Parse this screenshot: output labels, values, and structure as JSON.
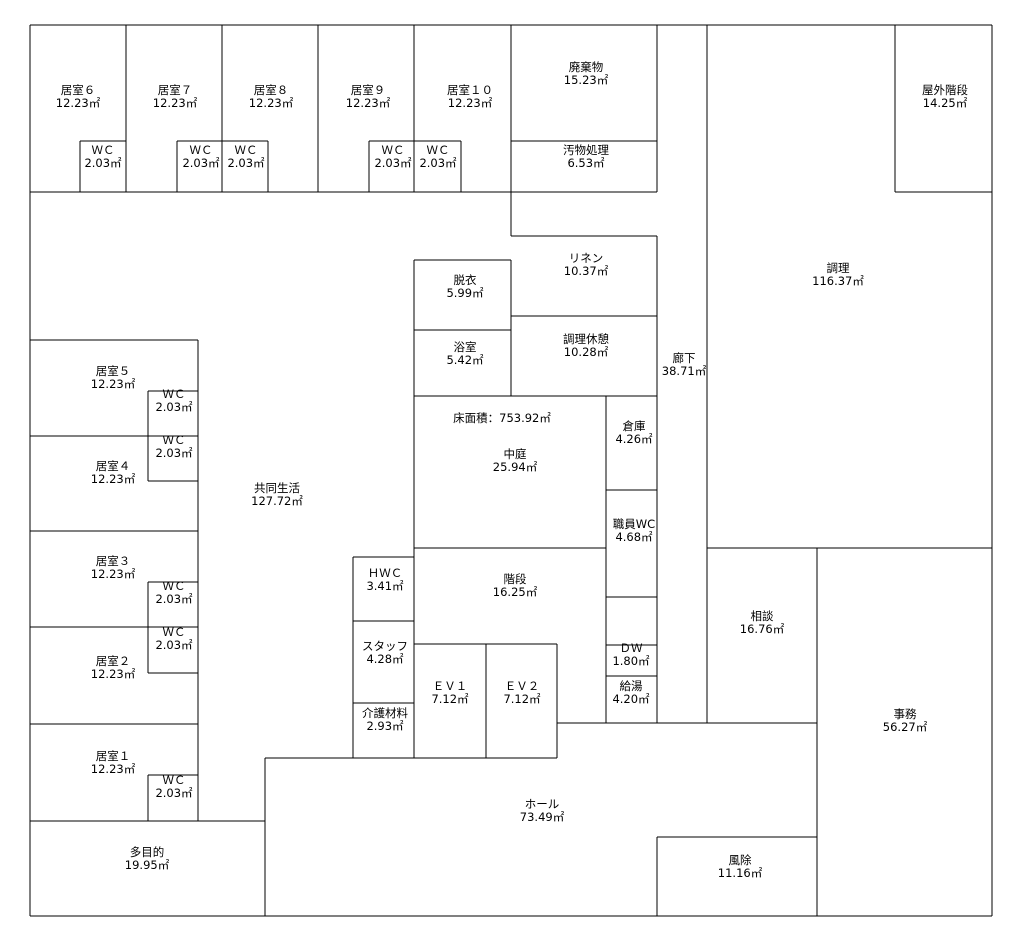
{
  "floor_plan": {
    "overlay": "床面積：753.92㎡",
    "rooms": {
      "kyoshitsu6": {
        "name": "居室６",
        "area": "12.23㎡"
      },
      "kyoshitsu7": {
        "name": "居室７",
        "area": "12.23㎡"
      },
      "kyoshitsu8": {
        "name": "居室８",
        "area": "12.23㎡"
      },
      "kyoshitsu9": {
        "name": "居室９",
        "area": "12.23㎡"
      },
      "kyoshitsu10": {
        "name": "居室１０",
        "area": "12.23㎡"
      },
      "haikibutsu": {
        "name": "廃棄物",
        "area": "15.23㎡"
      },
      "okugai_kaidan": {
        "name": "屋外階段",
        "area": "14.25㎡"
      },
      "wc_6": {
        "name": "ＷＣ",
        "area": "2.03㎡"
      },
      "wc_7": {
        "name": "ＷＣ",
        "area": "2.03㎡"
      },
      "wc_8": {
        "name": "ＷＣ",
        "area": "2.03㎡"
      },
      "wc_9": {
        "name": "ＷＣ",
        "area": "2.03㎡"
      },
      "wc_10": {
        "name": "ＷＣ",
        "area": "2.03㎡"
      },
      "obutsu_shori": {
        "name": "汚物処理",
        "area": "6.53㎡"
      },
      "rinen": {
        "name": "リネン",
        "area": "10.37㎡"
      },
      "chori": {
        "name": "調理",
        "area": "116.37㎡"
      },
      "datsui": {
        "name": "脱衣",
        "area": "5.99㎡"
      },
      "yokushitsu": {
        "name": "浴室",
        "area": "5.42㎡"
      },
      "chori_kyukei": {
        "name": "調理休憩",
        "area": "10.28㎡"
      },
      "roka": {
        "name": "廊下",
        "area": "38.71㎡"
      },
      "kyoshitsu5": {
        "name": "居室５",
        "area": "12.23㎡"
      },
      "wc_5": {
        "name": "ＷＣ",
        "area": "2.03㎡"
      },
      "wc_4": {
        "name": "ＷＣ",
        "area": "2.03㎡"
      },
      "kyoshitsu4": {
        "name": "居室４",
        "area": "12.23㎡"
      },
      "soko": {
        "name": "倉庫",
        "area": "4.26㎡"
      },
      "nakaniwa": {
        "name": "中庭",
        "area": "25.94㎡"
      },
      "kyodo_seikatsu": {
        "name": "共同生活",
        "area": "127.72㎡"
      },
      "shokuin_wc": {
        "name": "職員WC",
        "area": "4.68㎡"
      },
      "kyoshitsu3": {
        "name": "居室３",
        "area": "12.23㎡"
      },
      "wc_3": {
        "name": "ＷＣ",
        "area": "2.03㎡"
      },
      "hwc": {
        "name": "ＨＷＣ",
        "area": "3.41㎡"
      },
      "kaidan": {
        "name": "階段",
        "area": "16.25㎡"
      },
      "wc_2": {
        "name": "ＷＣ",
        "area": "2.03㎡"
      },
      "sodan": {
        "name": "相談",
        "area": "16.76㎡"
      },
      "kyoshitsu2": {
        "name": "居室２",
        "area": "12.23㎡"
      },
      "staff": {
        "name": "スタッフ",
        "area": "4.28㎡"
      },
      "dw": {
        "name": "ＤＷ",
        "area": "1.80㎡"
      },
      "ev1": {
        "name": "ＥＶ１",
        "area": "7.12㎡"
      },
      "ev2": {
        "name": "ＥＶ２",
        "area": "7.12㎡"
      },
      "kyuto": {
        "name": "給湯",
        "area": "4.20㎡"
      },
      "jimu": {
        "name": "事務",
        "area": "56.27㎡"
      },
      "kaigo_zairyo": {
        "name": "介護材料",
        "area": "2.93㎡"
      },
      "kyoshitsu1": {
        "name": "居室１",
        "area": "12.23㎡"
      },
      "wc_1": {
        "name": "ＷＣ",
        "area": "2.03㎡"
      },
      "hall": {
        "name": "ホール",
        "area": "73.49㎡"
      },
      "tamokuteki": {
        "name": "多目的",
        "area": "19.95㎡"
      },
      "fujo": {
        "name": "風除",
        "area": "11.16㎡"
      }
    }
  }
}
